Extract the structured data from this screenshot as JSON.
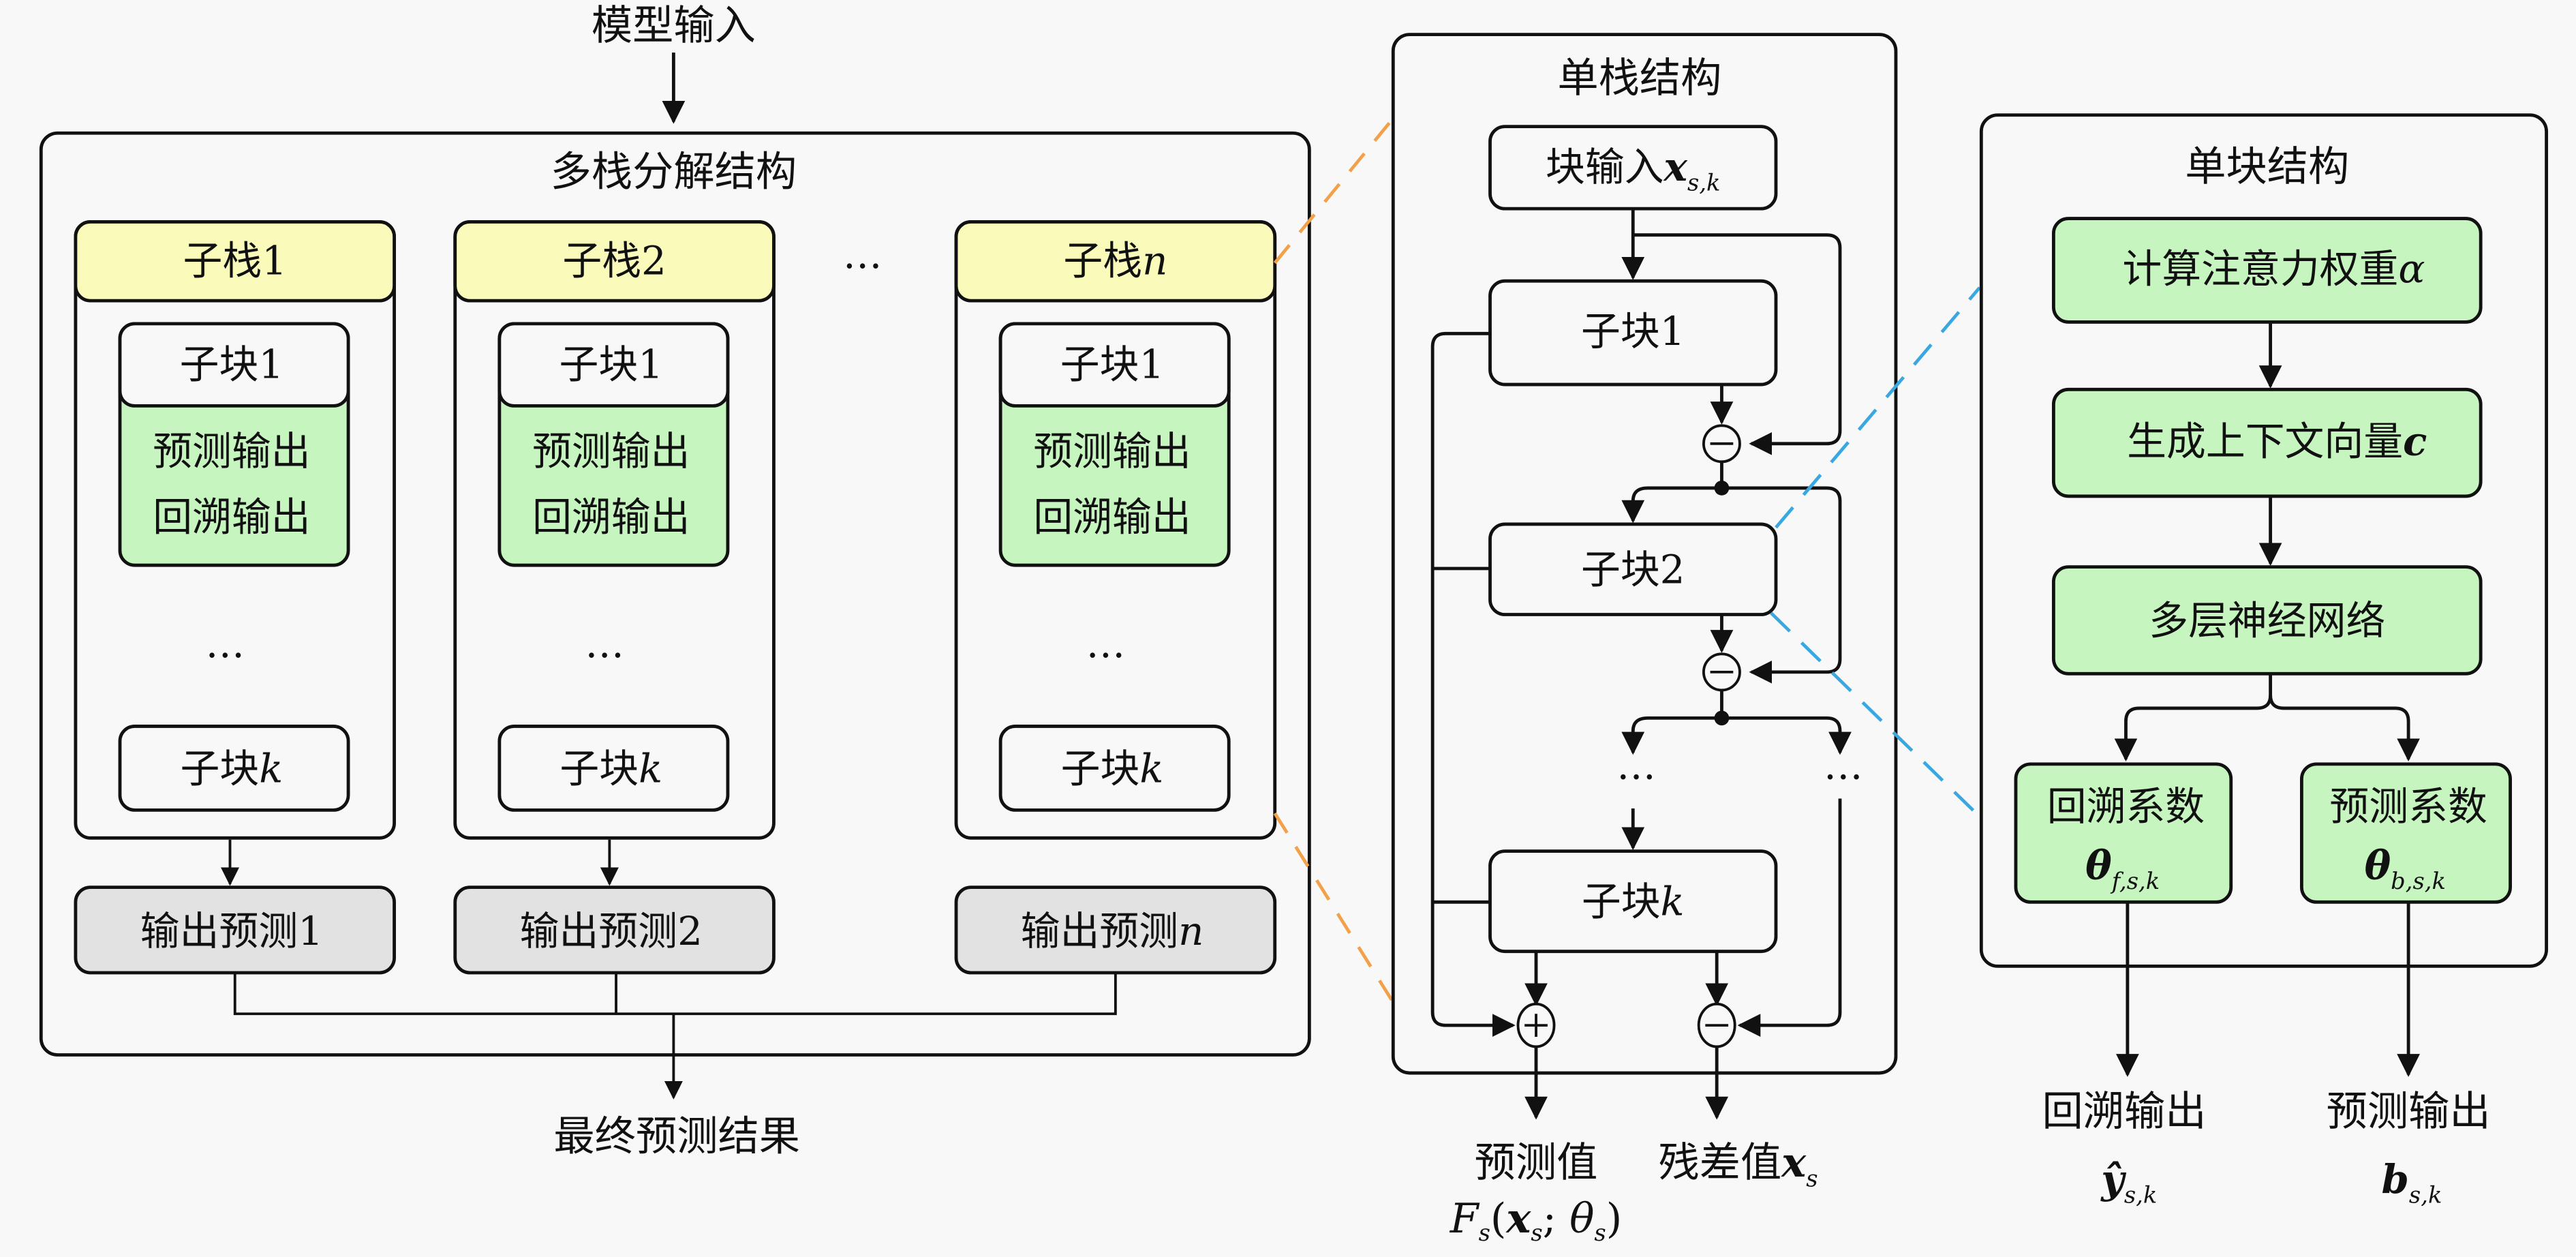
{
  "diagram": {
    "model_input": "模型输入",
    "final_result": "最终预测结果",
    "multi_stack": {
      "title": "多栈分解结构",
      "ellipsis": "…",
      "stacks": [
        {
          "header_prefix": "子栈",
          "header_index": "1",
          "header_index_italic": false,
          "block1": "子块1",
          "block1_outputs": [
            "预测输出",
            "回溯输出"
          ],
          "ellipsis": "…",
          "blockk_prefix": "子块",
          "blockk_index": "k",
          "output_prefix": "输出预测",
          "output_index": "1",
          "output_index_italic": false
        },
        {
          "header_prefix": "子栈",
          "header_index": "2",
          "header_index_italic": false,
          "block1": "子块1",
          "block1_outputs": [
            "预测输出",
            "回溯输出"
          ],
          "ellipsis": "…",
          "blockk_prefix": "子块",
          "blockk_index": "k",
          "output_prefix": "输出预测",
          "output_index": "2",
          "output_index_italic": false
        },
        {
          "header_prefix": "子栈",
          "header_index": "n",
          "header_index_italic": true,
          "block1": "子块1",
          "block1_outputs": [
            "预测输出",
            "回溯输出"
          ],
          "ellipsis": "…",
          "blockk_prefix": "子块",
          "blockk_index": "k",
          "output_prefix": "输出预测",
          "output_index": "n",
          "output_index_italic": true
        }
      ]
    },
    "single_stack": {
      "title": "单栈结构",
      "block_input_prefix": "块输入",
      "block_input_var": "x",
      "block_input_sub": "s,k",
      "block1": "子块1",
      "block2": "子块2",
      "blockk_prefix": "子块",
      "blockk_index": "k",
      "ellipsis_left": "…",
      "ellipsis_right": "…",
      "op_minus": "−",
      "op_plus": "+",
      "output_forecast_label": "预测值",
      "output_forecast_formula": {
        "F": "F",
        "F_sub": "s",
        "open": "(",
        "x": "x",
        "x_sub": "s",
        "sep": "; ",
        "theta": "θ",
        "theta_sub": "s",
        "close": ")"
      },
      "output_residual_label": "残差值",
      "output_residual_var": "x",
      "output_residual_sub": "s"
    },
    "single_block": {
      "title": "单块结构",
      "step1_label": "计算注意力权重",
      "step1_var": "α",
      "step2_label": "生成上下文向量",
      "step2_var": "c",
      "step3_label": "多层神经网络",
      "coef_backcast_label": "回溯系数",
      "coef_backcast_var": "θ",
      "coef_backcast_sub": "f,s,k",
      "coef_forecast_label": "预测系数",
      "coef_forecast_var": "θ",
      "coef_forecast_sub": "b,s,k",
      "out_backcast_label": "回溯输出",
      "out_backcast_var": "ŷ",
      "out_backcast_sub": "s,k",
      "out_forecast_label": "预测输出",
      "out_forecast_var": "b",
      "out_forecast_sub": "s,k"
    },
    "colors": {
      "stack_header": "#fafabb",
      "block_output_green": "#c6f5c0",
      "output_gray": "#e2e2e2",
      "zoom_connector_stack": "#f2a04a",
      "zoom_connector_block": "#3aa8e0"
    }
  }
}
